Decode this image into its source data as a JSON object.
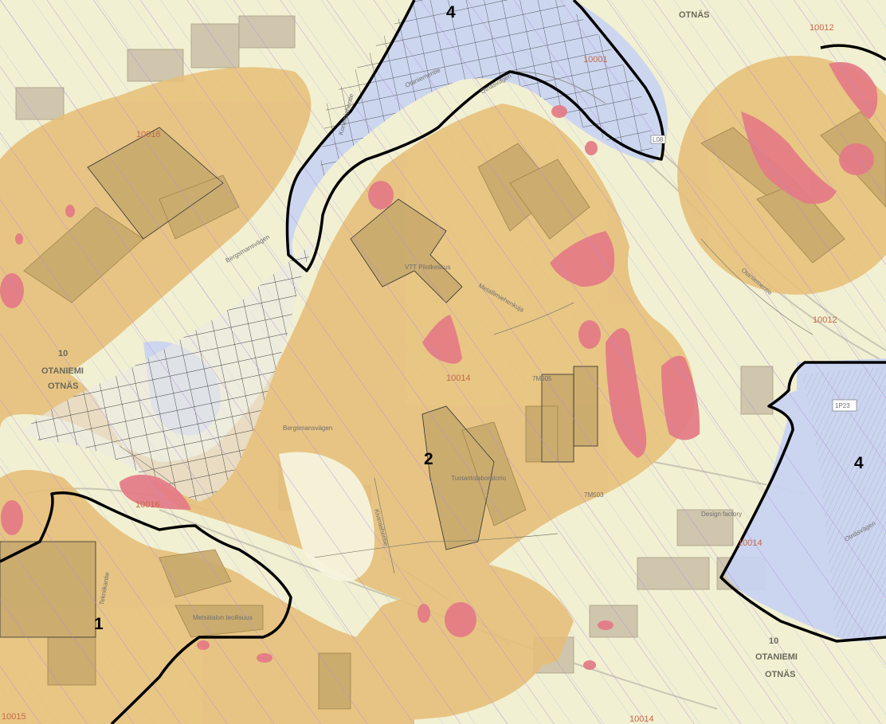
{
  "map": {
    "zones": {
      "z1": "1",
      "z2": "2",
      "z4a": "4",
      "z4b": "4"
    },
    "districts": {
      "otaniemi_left": "OTANIEMI",
      "otnas_left": "OTNÄS",
      "otnas_top": "OTNÄS",
      "otaniemi_right": "OTANIEMI",
      "otnas_right": "OTNÄS",
      "ten_left": "10",
      "ten_right": "10"
    },
    "parcels": {
      "p_a": "10016",
      "p_b": "10016",
      "p_c": "10014",
      "p_d": "10012",
      "p_e": "10012",
      "p_f": "10001",
      "p_g": "10014",
      "p_h": "10014",
      "p_i": "10015"
    },
    "streets": {
      "s1": "Bergsmansvägen",
      "s2": "Bergsmansvägen",
      "s3": "Otaniementie",
      "s4": "Otnäsvägen",
      "s5": "Konemiehentie",
      "s6": "Metallimiehenkuja",
      "s7": "Kivimiehentie",
      "s8": "Tekniikantie",
      "s9": "Otaniementie",
      "s10": "Otnäsvägen"
    },
    "buildings": {
      "b1": "VTT Pilotkeskus",
      "b2": "Tuotantolaboratorio",
      "b3": "Design factory",
      "b4": "Metsätalon teollisuus"
    },
    "misc": {
      "m1": "1P23",
      "m2": "7M505",
      "m3": "7M503",
      "m4": "L08"
    },
    "colors": {
      "base": "#f2f0d2",
      "zone2": "#e6bf79",
      "zone_red": "#e47a86",
      "zone_blue": "#c8d3f2",
      "buildings": "#cfc6ad",
      "boundary": "#000000",
      "hatch_purple": "#b58ad8"
    }
  }
}
